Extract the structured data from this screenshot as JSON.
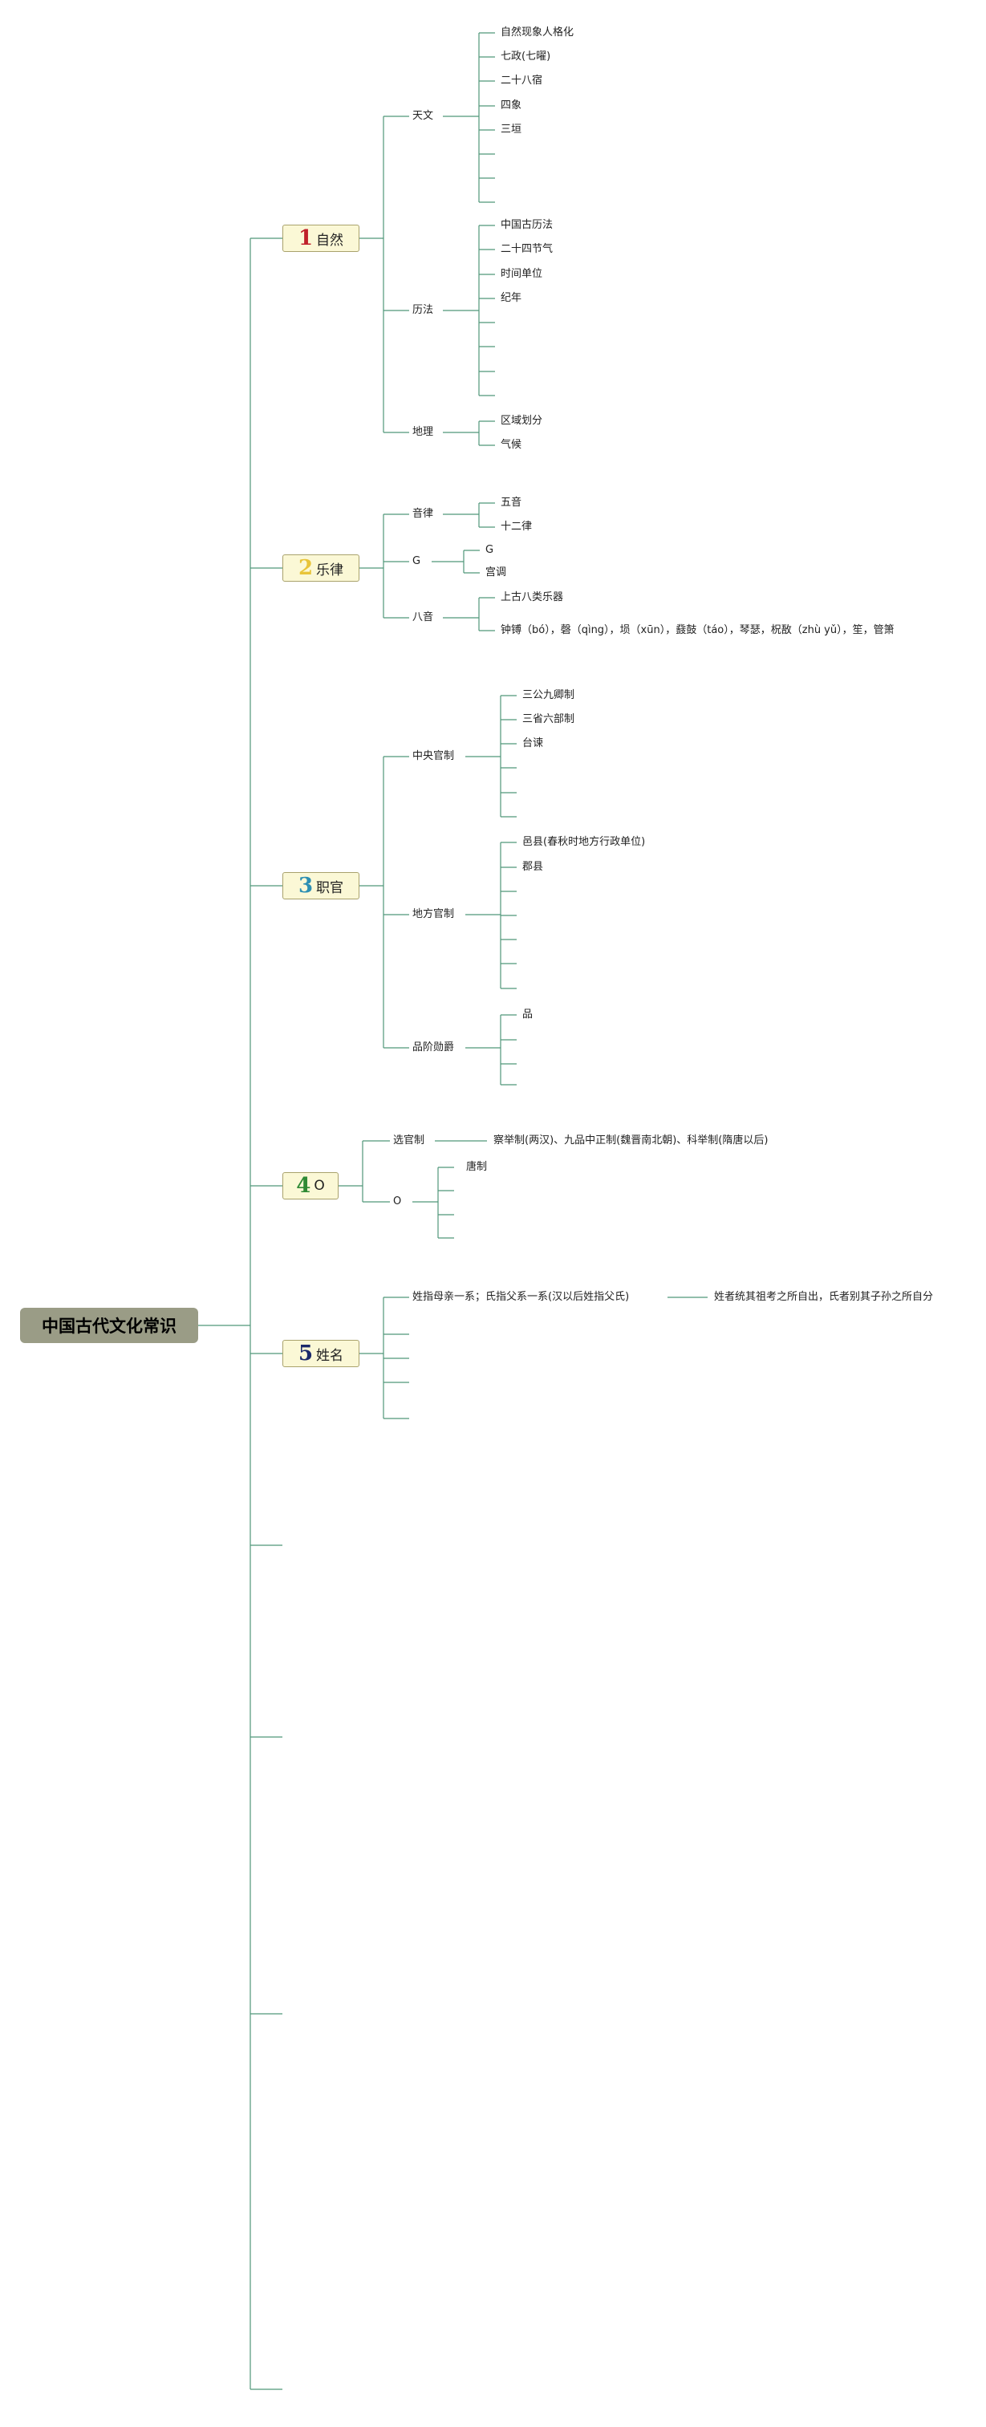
{
  "root": "中国古代文化常识",
  "colors": {
    "line": "#4f9679",
    "topicBg": "#fbf8d6",
    "rootBg": "#9a9c86"
  },
  "topics": [
    {
      "num": "1",
      "numColor": "#c0202a",
      "label": "自然",
      "subs": [
        {
          "label": "天文",
          "items": [
            "自然现象人格化",
            "七政(七曜)",
            "二十八宿",
            "四象",
            "三垣",
            "",
            "",
            ""
          ]
        },
        {
          "label": "历法",
          "items": [
            "中国古历法",
            "二十四节气",
            "时间单位",
            "纪年",
            "",
            "",
            "",
            ""
          ]
        },
        {
          "label": "地理",
          "items": [
            "区域划分",
            "气候"
          ]
        }
      ]
    },
    {
      "num": "2",
      "numColor": "#e8c43a",
      "label": "乐律",
      "subs": [
        {
          "label": "音律",
          "items": [
            "五音",
            "十二律"
          ]
        },
        {
          "label": "G",
          "items": [
            "G",
            "宫调"
          ]
        },
        {
          "label": "八音",
          "items": [
            "上古八类乐器",
            "钟镈（bó），磬（qìng），埙（xūn），鼗鼓（táo），琴瑟，柷敔（zhù yǔ），笙，管箫"
          ]
        }
      ]
    },
    {
      "num": "3",
      "numColor": "#2d8fb3",
      "label": "职官",
      "subs": [
        {
          "label": "中央官制",
          "items": [
            "三公九卿制",
            "三省六部制",
            "台谏",
            "",
            "",
            ""
          ]
        },
        {
          "label": "地方官制",
          "items": [
            "邑县(春秋时地方行政单位)",
            "郡县",
            "",
            "",
            "",
            "",
            ""
          ]
        },
        {
          "label": "品阶勋爵",
          "items": [
            "品",
            "",
            "",
            ""
          ]
        }
      ]
    },
    {
      "num": "4",
      "numColor": "#2f8a35",
      "label": "O",
      "subs": [
        {
          "label": "选官制",
          "items": [
            "察举制(两汉)、九品中正制(魏晋南北朝)、科举制(隋唐以后)"
          ]
        },
        {
          "label": "O",
          "items": [
            "唐制",
            "",
            "",
            ""
          ]
        }
      ]
    },
    {
      "num": "5",
      "numColor": "#1c2a6b",
      "label": "姓名",
      "subs": [
        {
          "label": "姓指母亲一系；氏指父系一系(汉以后姓指父氏)",
          "items": [
            "姓者统其祖考之所自出，氏者别其子孙之所自分"
          ]
        },
        {
          "label": "",
          "items": []
        },
        {
          "label": "",
          "items": []
        },
        {
          "label": "",
          "items": []
        },
        {
          "label": "",
          "items": []
        }
      ]
    }
  ]
}
